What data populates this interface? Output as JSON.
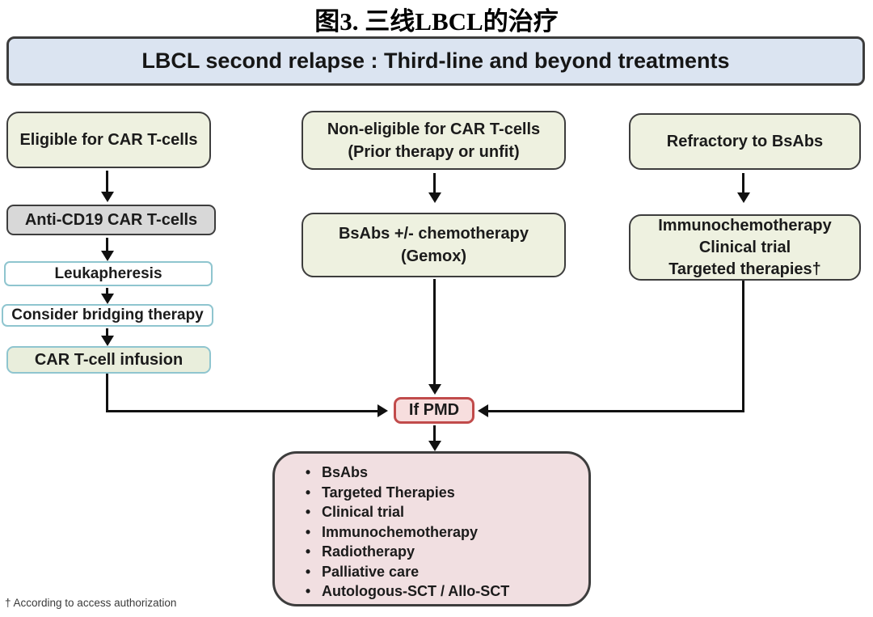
{
  "title": "图3. 三线LBCL的治疗",
  "banner": {
    "text": "LBCL second relapse : Third-line and beyond treatments"
  },
  "left_column": {
    "eligible": "Eligible for CAR T-cells",
    "anti_cd19": "Anti-CD19 CAR T-cells",
    "leukapheresis": "Leukapheresis",
    "bridging": "Consider bridging therapy",
    "infusion": "CAR T-cell infusion"
  },
  "middle_column": {
    "non_eligible": {
      "line1": "Non-eligible for CAR T-cells",
      "line2": "(Prior therapy or unfit)"
    },
    "bsabs": {
      "line1": "BsAbs +/- chemotherapy",
      "line2": "(Gemox)"
    }
  },
  "right_column": {
    "refractory": "Refractory to BsAbs",
    "options": {
      "line1": "Immunochemotherapy",
      "line2": "Clinical trial",
      "line3": "Targeted therapies†"
    }
  },
  "decision": {
    "label": "If PMD"
  },
  "outcomes": [
    "BsAbs",
    "Targeted Therapies",
    "Clinical trial",
    "Immunochemotherapy",
    "Radiotherapy",
    "Palliative care",
    "Autologous-SCT / Allo-SCT"
  ],
  "footnote": "† According to access authorization",
  "colors": {
    "banner_fill": "#dbe4f1",
    "green_fill": "#eef1e0",
    "gray_fill": "#d8d8d8",
    "teal_border": "#8fc5cf",
    "pmd_fill": "#f7dede",
    "pmd_border": "#c14b4b",
    "pink_fill": "#f1dfe1",
    "dark_border": "#3d3d3d"
  }
}
